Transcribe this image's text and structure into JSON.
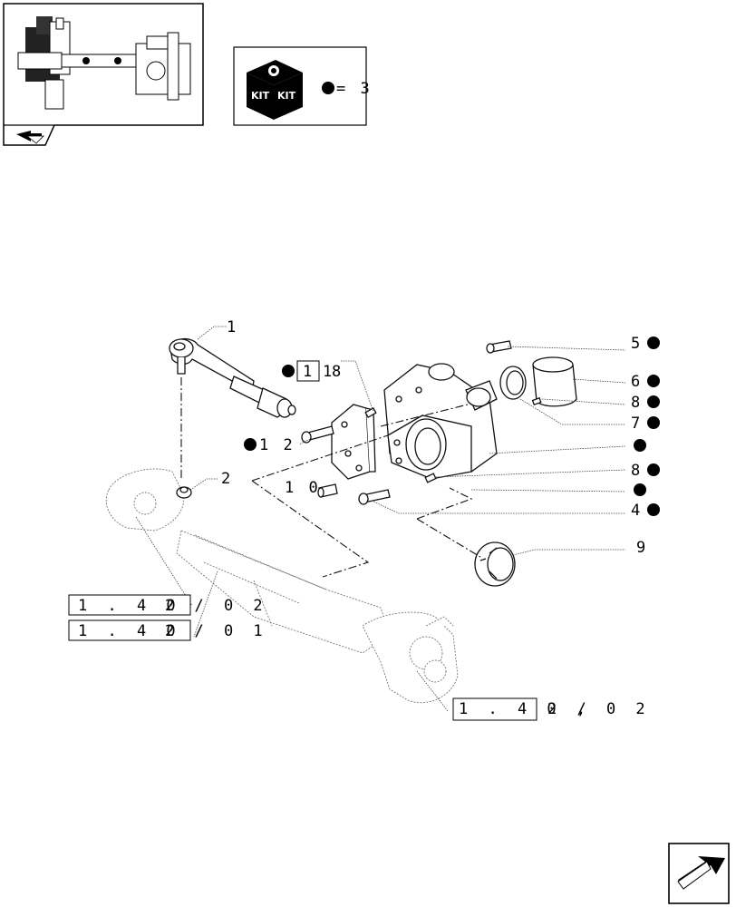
{
  "kit": {
    "label_left": "KIT",
    "label_right": "KIT",
    "equals_text": "= 3"
  },
  "callouts": {
    "c1": "1",
    "c2": "2",
    "c4": "4",
    "c5": "5",
    "c6": "6",
    "c7": "7",
    "c8a": "8",
    "c8b": "8",
    "c8c": "8",
    "c9": "9",
    "c10": "1 0",
    "c11": "1",
    "c11b": "1",
    "c12": "1 2"
  },
  "references": {
    "ref_a": "1 . 4 0",
    "ref_a_suffix": "2 / 0 2",
    "ref_b": "1 . 4 0",
    "ref_b_suffix": "2 / 0 1",
    "ref_c": "1 . 4 0 ,",
    "ref_c_suffix": "2 / 0 2"
  },
  "colors": {
    "ink": "#000000",
    "ghost": "#777777",
    "background": "#ffffff"
  },
  "icons": [
    "axle-thumbnail-icon",
    "kit-box-icon",
    "bullet-dot-icon",
    "nav-back-arrow-icon",
    "nav-next-arrow-icon"
  ]
}
